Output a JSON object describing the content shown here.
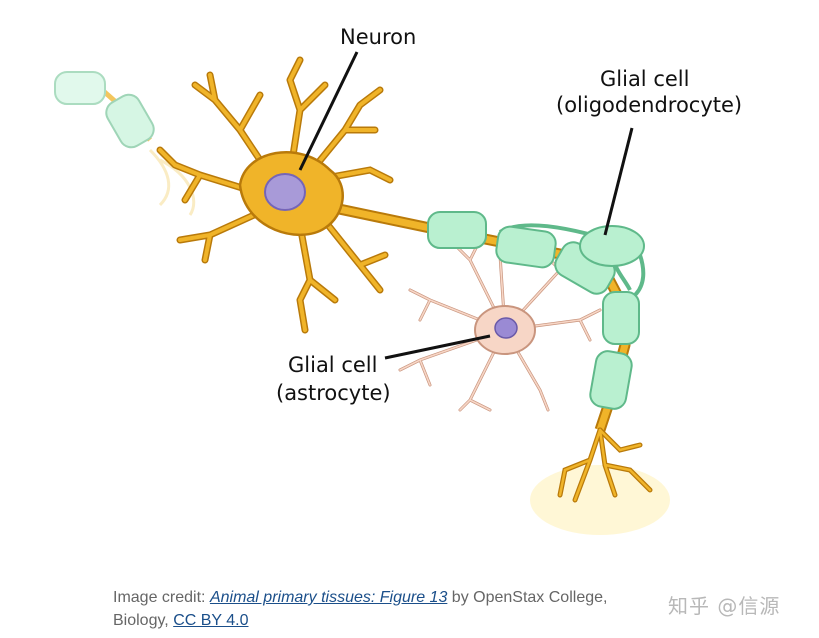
{
  "diagram": {
    "labels": {
      "neuron": "Neuron",
      "oligo_line1": "Glial cell",
      "oligo_line2": "(oligodendrocyte)",
      "astro_line1": "Glial cell",
      "astro_line2": "(astrocyte)"
    },
    "colors": {
      "neuron_body": "#f0b429",
      "neuron_outline": "#b97a0a",
      "nucleus": "#a89ad8",
      "myelin": "#b9f0d0",
      "myelin_outline": "#5fb98a",
      "astrocyte": "#f7d6c6",
      "astrocyte_outline": "#c9957e",
      "axon_terminal_glow": "#fff3c4"
    }
  },
  "caption": {
    "prefix": "Image credit: ",
    "source_link": "Animal primary tissues: Figure 13",
    "middle": " by OpenStax College, Biology, ",
    "license_link": "CC BY 4.0"
  },
  "watermark": "知乎 @信源"
}
